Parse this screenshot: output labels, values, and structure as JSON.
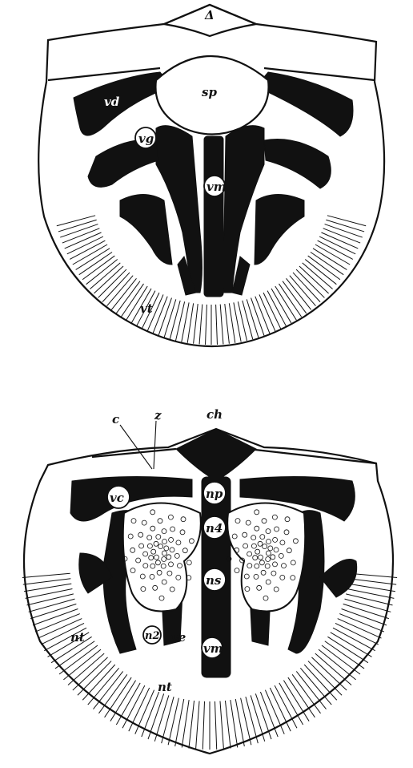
{
  "colors": {
    "ink": "#111111",
    "paper": "#ffffff"
  },
  "figures": {
    "top": {
      "labels": {
        "delta": "Δ",
        "sp": "sp",
        "vd": "vd",
        "vg": "vg",
        "vm": "vm",
        "vt": "vt"
      }
    },
    "bottom": {
      "labels": {
        "c": "c",
        "z": "z",
        "ch": "ch",
        "np": "np",
        "vc": "vc",
        "n4": "n4",
        "ns": "ns",
        "nt_left": "nt",
        "n2": "n2",
        "ve": "ve",
        "vm": "vm",
        "nt_bottom": "nt"
      }
    }
  }
}
